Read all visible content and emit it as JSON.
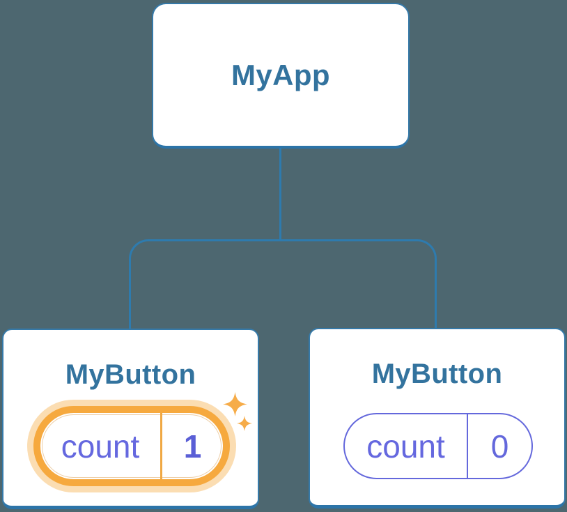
{
  "tree": {
    "root": {
      "label": "MyApp"
    },
    "children": [
      {
        "label": "MyButton",
        "state_key": "count",
        "state_value": "1",
        "highlighted": true
      },
      {
        "label": "MyButton",
        "state_key": "count",
        "state_value": "0",
        "highlighted": false
      }
    ]
  },
  "icons": {
    "sparkle_large": "sparkle-icon",
    "sparkle_small": "sparkle-icon"
  },
  "colors": {
    "background": "#4D6770",
    "card_fill": "#FFFFFF",
    "card_border": "#3579A8",
    "connector_line": "#2E7BAE",
    "title_text": "#33739E",
    "state_key_text": "#6568DF",
    "state_value_highlight_text": "#5A5FD6",
    "state_pill_purple": "#6468DC",
    "highlight_ring_orange": "#F6A93E",
    "highlight_glow": "rgba(246,169,62,0.40)",
    "highlight_divider": "#F0A843",
    "sparkle": "#F6AC49"
  }
}
